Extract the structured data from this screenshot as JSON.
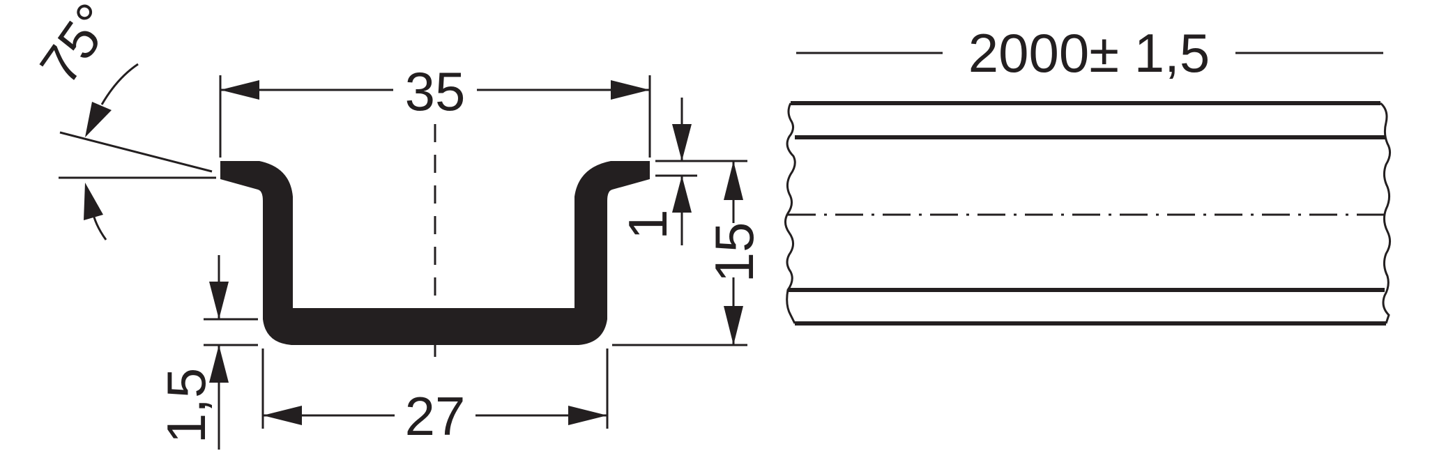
{
  "cross_section": {
    "top_width": "35",
    "bottom_width": "27",
    "height": "15",
    "flange_thickness": "1",
    "base_thickness": "1,5",
    "angle": "75°"
  },
  "side_view": {
    "length": "2000± 1,5"
  },
  "colors": {
    "ink": "#231f20",
    "background": "#ffffff"
  }
}
